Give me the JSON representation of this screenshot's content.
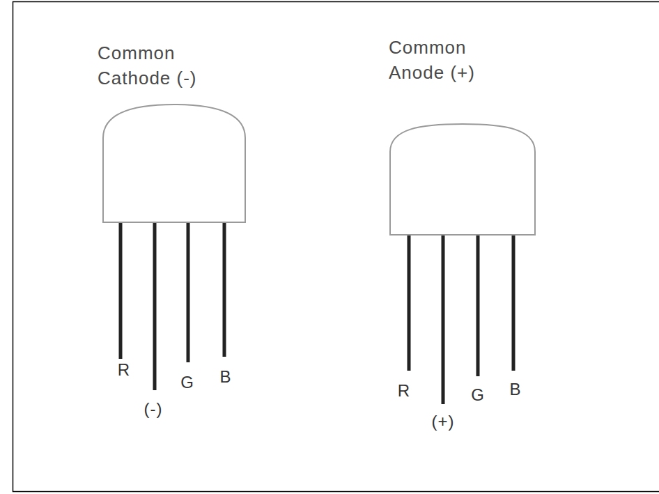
{
  "diagram": {
    "nodes": [
      {
        "text": [
          "Common Cathode (-)"
        ]
      },
      {
        "text": [
          "Common Anode (+)"
        ]
      }
    ],
    "labels": [
      "R",
      "(-)",
      "G",
      "B",
      "R",
      "(+)",
      "G",
      "B"
    ]
  }
}
